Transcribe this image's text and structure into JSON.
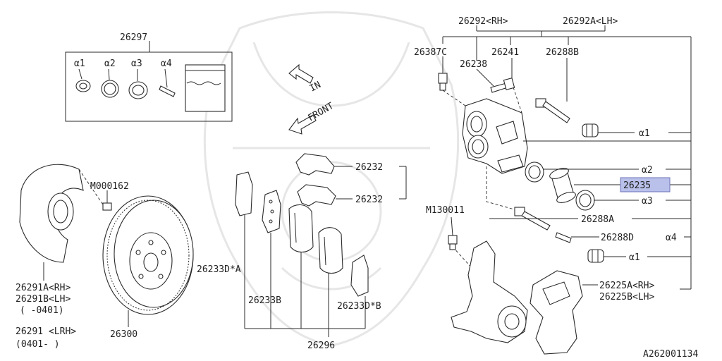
{
  "labels": {
    "kit": "26297",
    "a1_kit": "α1",
    "a2_kit": "α2",
    "a3_kit": "α3",
    "a4_kit": "α4",
    "caliper_rh_lh": "26292<RH>",
    "caliper_lh": "26292A<LH>",
    "p26387c": "26387C",
    "p26241": "26241",
    "p26288b": "26288B",
    "p26238": "26238",
    "a1_top": "α1",
    "a2_right": "α2",
    "p26235": "26235",
    "a3_right": "α3",
    "p26288a": "26288A",
    "p26288d": "26288D",
    "a4_right": "α4",
    "a1_bottom": "α1",
    "p26225a": "26225A<RH>",
    "p26225b": "26225B<LH>",
    "m130011": "M130011",
    "m000162": "M000162",
    "p26232_top": "26232",
    "p26232_bot": "26232",
    "p26233da": "26233D*A",
    "p26233b": "26233B",
    "p26233db": "26233D*B",
    "p26296": "26296",
    "p26291a": "26291A<RH>",
    "p26291b": "26291B<LH>",
    "p26291b_date": "(   -0401)",
    "p26291": "26291 <LRH>",
    "p26291_date": "(0401-   )",
    "p26300": "26300",
    "dir_in": "IN",
    "dir_front": "FRONT",
    "diagram_id": "A262001134"
  },
  "colors": {
    "highlight": "#b9c0ea",
    "line": "#2a2a2a",
    "watermark": "#e6e6e6"
  }
}
